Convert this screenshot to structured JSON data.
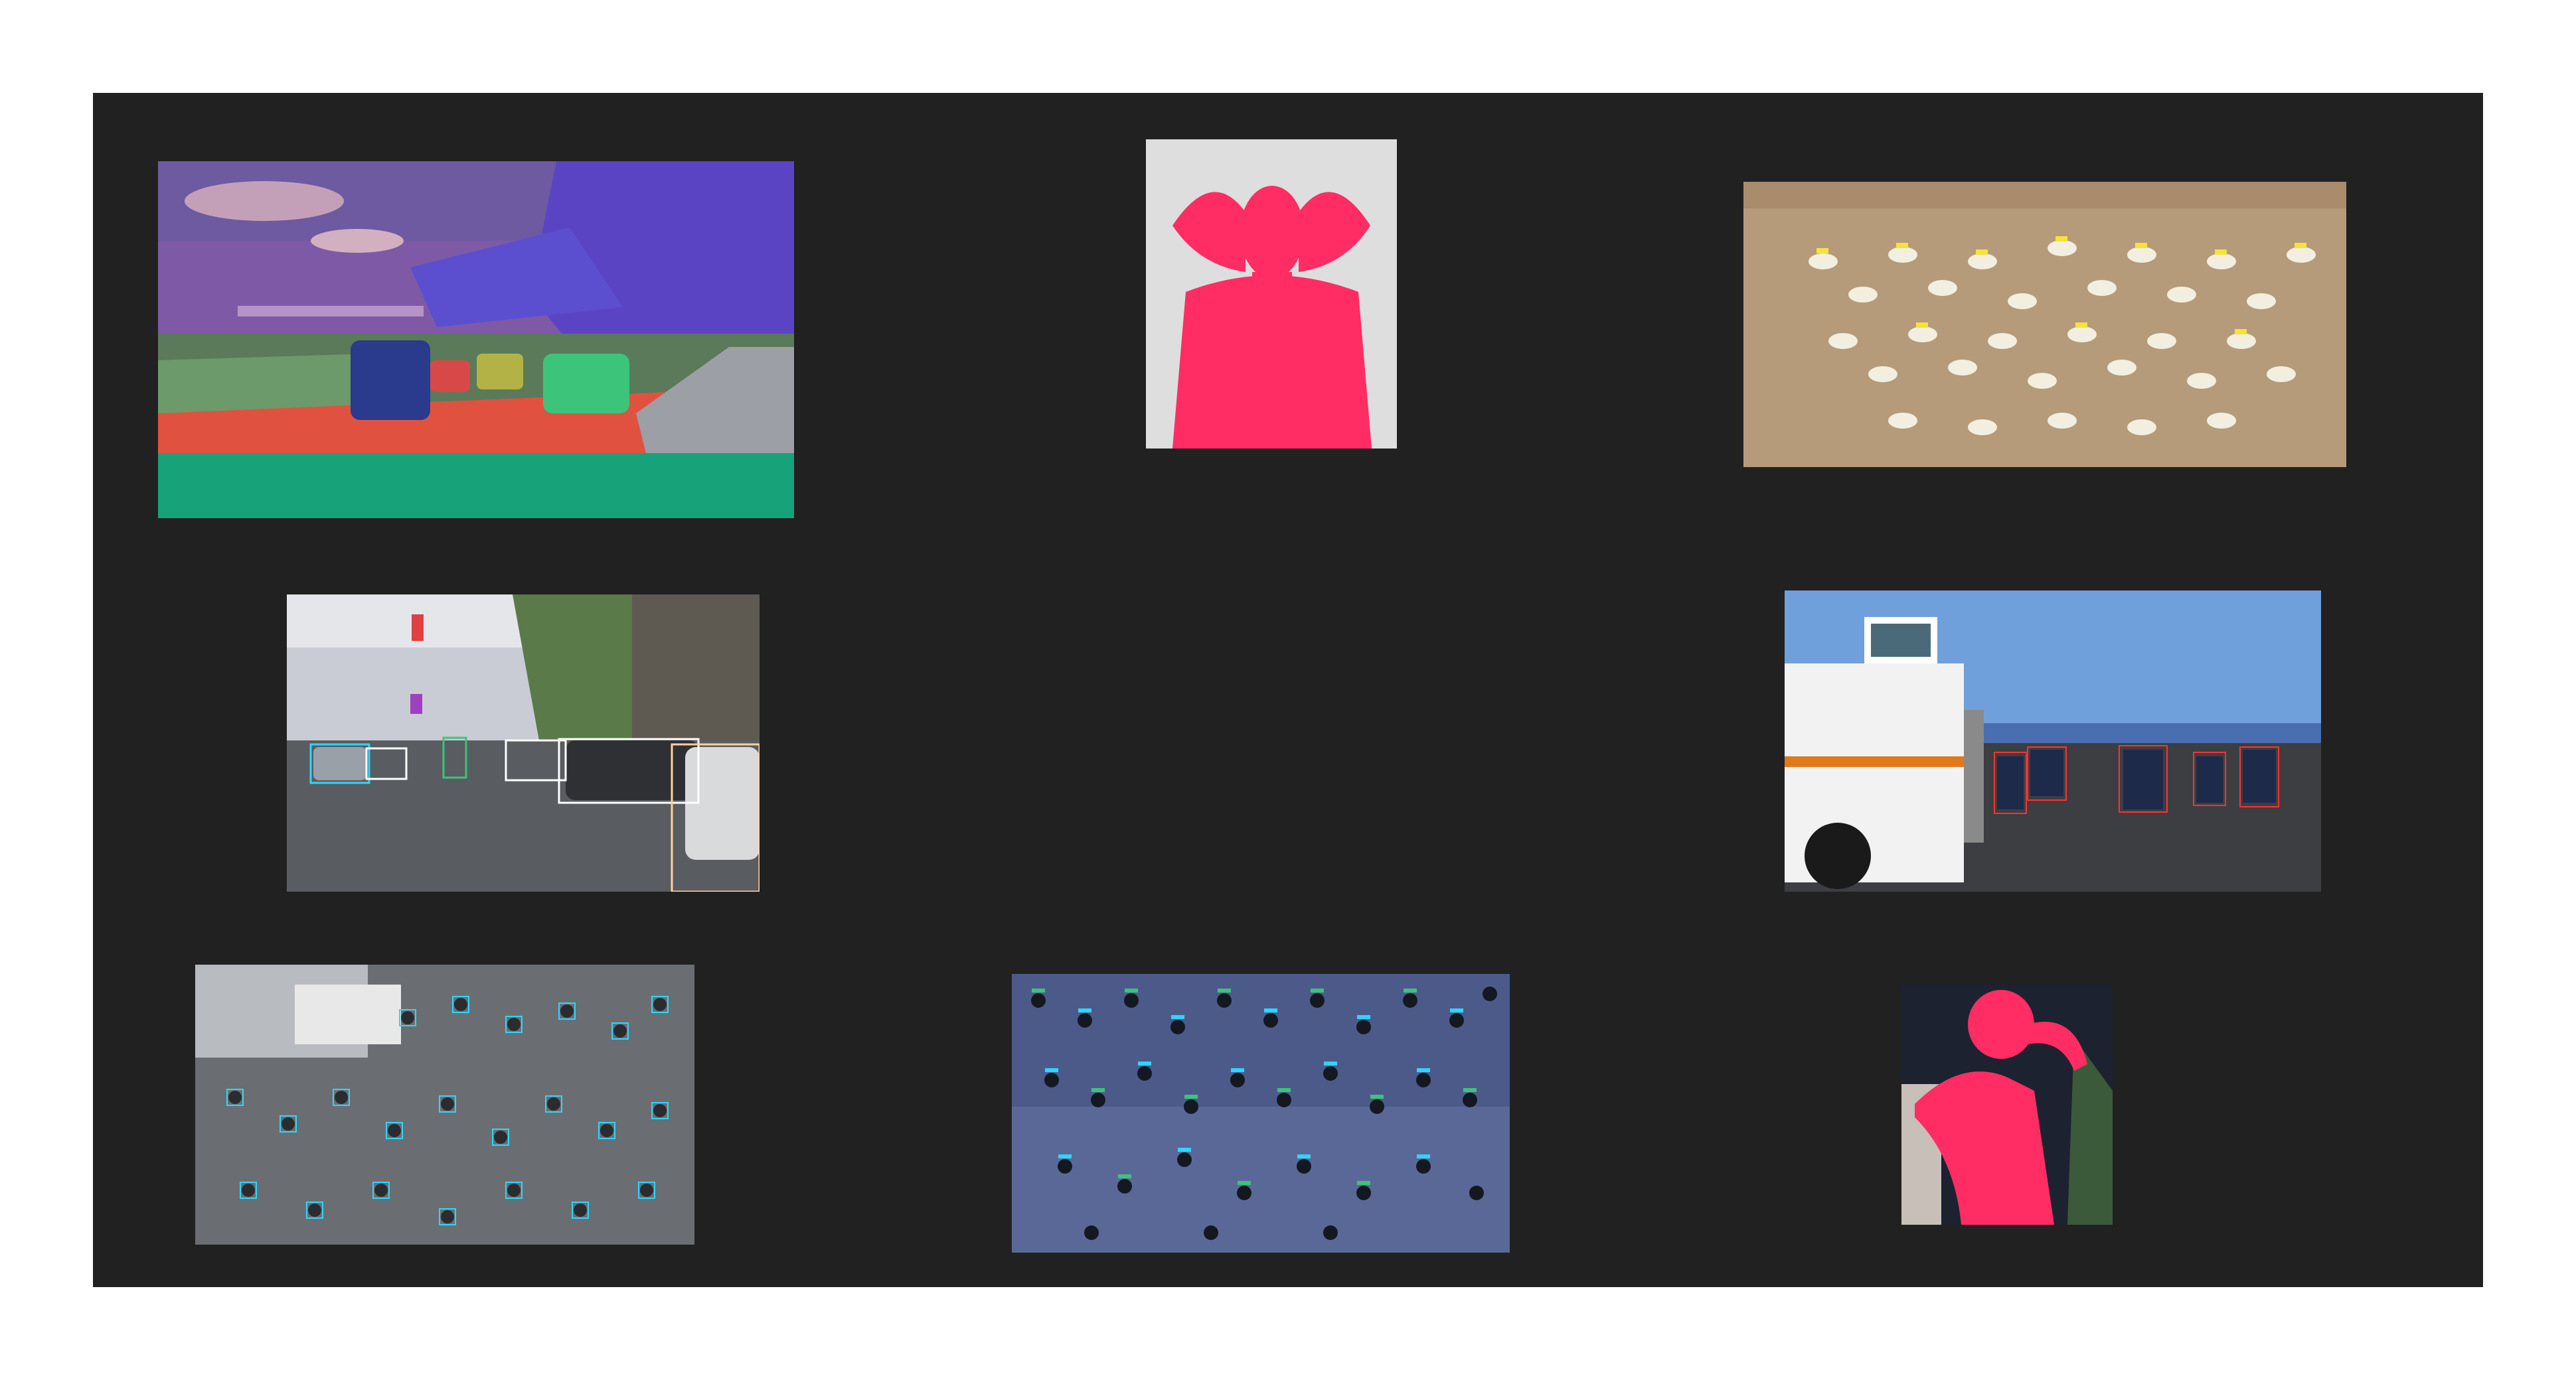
{
  "board": {
    "background": "#212121"
  },
  "tiles": [
    {
      "icon": "semantic-segmentation-street-scene"
    },
    {
      "icon": "person-segmentation-mask"
    },
    {
      "icon": "aerial-sheep-detection"
    },
    {
      "icon": "street-object-detection"
    },
    {
      "icon": "traffic-vehicle-detection"
    },
    {
      "icon": "crowd-head-detection"
    },
    {
      "icon": "aerial-crowd-detection"
    },
    {
      "icon": "person-segmentation-mask"
    }
  ],
  "colors": {
    "mask_pink": "#ff2d63",
    "road_orange": "#e0523f",
    "car_blue": "#2a3a8c",
    "car_green": "#3cc47a",
    "hood_teal": "#17a27a",
    "sky_purple": "#7e5aa6",
    "sheep_label": "#f4e43a",
    "head_box": "#2dd6ff"
  }
}
